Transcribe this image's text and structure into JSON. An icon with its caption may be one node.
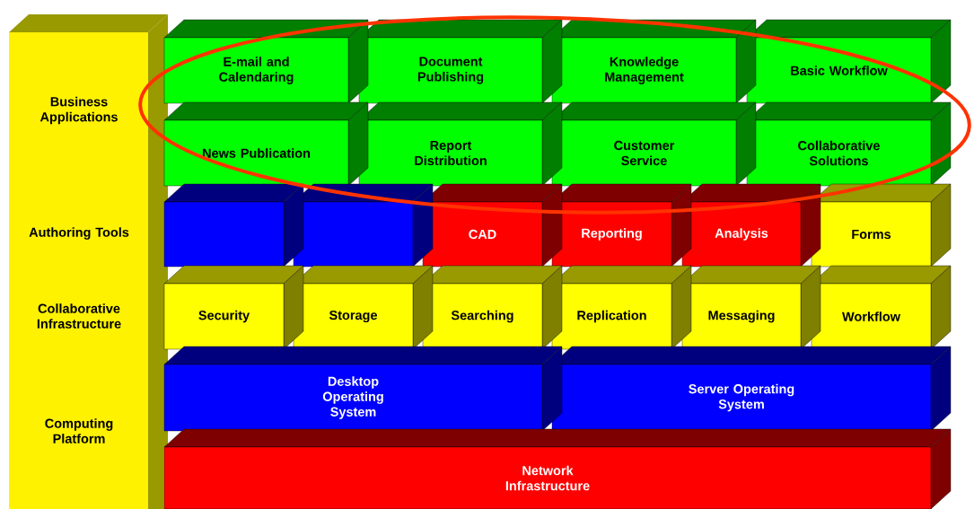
{
  "diagram": {
    "nodes": [
      {
        "text": [
          "Business Applications",
          "Authoring Tools",
          "Collaborative Infrastructure",
          "Computing Platform"
        ]
      },
      {
        "text": [
          "E-mail and Calendaring"
        ]
      },
      {
        "text": [
          "Document Publishing"
        ]
      },
      {
        "text": [
          "Knowledge Management"
        ]
      },
      {
        "text": [
          "Basic Workflow"
        ]
      },
      {
        "text": [
          "News Publication"
        ]
      },
      {
        "text": [
          "Report Distribution"
        ]
      },
      {
        "text": [
          "Customer Service"
        ]
      },
      {
        "text": [
          "Collaborative Solutions"
        ]
      },
      {
        "text": [],
        "shape": "box"
      },
      {
        "text": [],
        "shape": "box"
      },
      {
        "text": [
          "CAD"
        ]
      },
      {
        "text": [
          "Reporting"
        ]
      },
      {
        "text": [
          "Analysis"
        ]
      },
      {
        "text": [
          "Forms"
        ]
      },
      {
        "text": [
          "Security"
        ]
      },
      {
        "text": [
          "Storage"
        ]
      },
      {
        "text": [
          "Searching"
        ]
      },
      {
        "text": [
          "Replication"
        ]
      },
      {
        "text": [
          "Messaging"
        ]
      },
      {
        "text": [
          "Workflow"
        ]
      },
      {
        "text": [
          "Desktop Operating System"
        ]
      },
      {
        "text": [
          "Server Operating System"
        ]
      },
      {
        "text": [
          "Network Infrastructure"
        ]
      }
    ]
  }
}
